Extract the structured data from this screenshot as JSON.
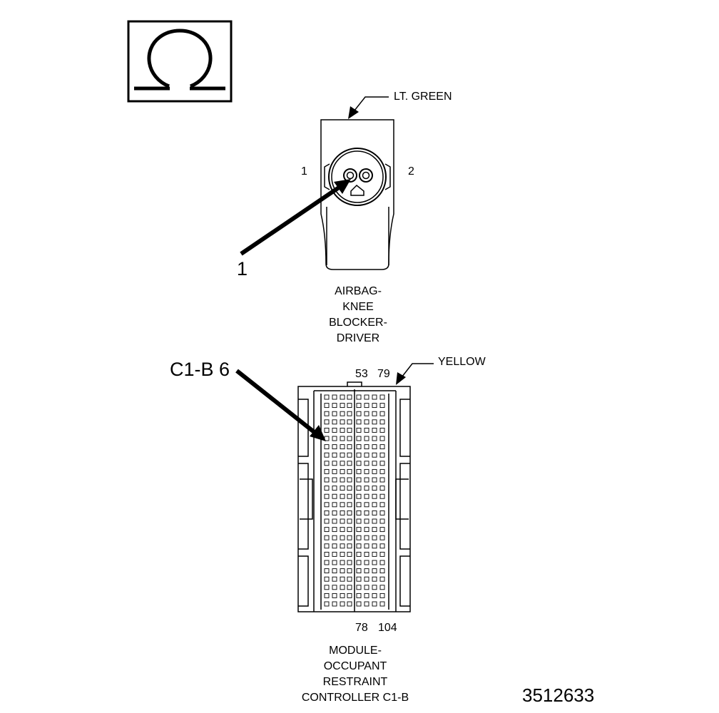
{
  "ohm_symbol": "ohm-resistance-icon",
  "airbag_connector": {
    "color_label": "LT. GREEN",
    "pin_left": "1",
    "pin_right": "2",
    "callout": "1",
    "name_lines": [
      "AIRBAG-",
      "KNEE",
      "BLOCKER-",
      "DRIVER"
    ]
  },
  "module_connector": {
    "callout": "C1-B 6",
    "color_label": "YELLOW",
    "pin_top_left": "53",
    "pin_top_right": "79",
    "pin_bottom_left": "78",
    "pin_bottom_right": "104",
    "name_lines": [
      "MODULE-",
      "OCCUPANT",
      "RESTRAINT",
      "CONTROLLER C1-B"
    ]
  },
  "figure_number": "3512633"
}
